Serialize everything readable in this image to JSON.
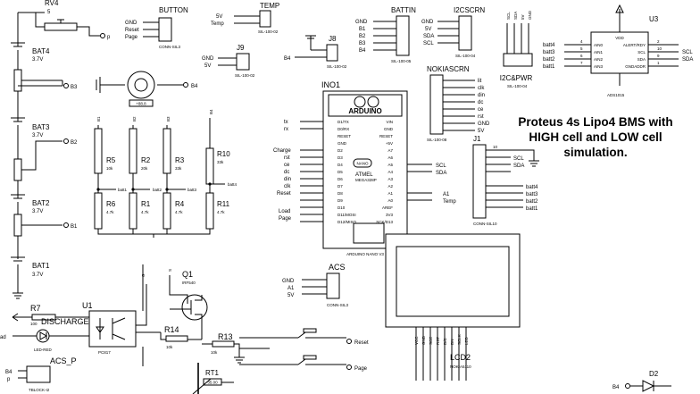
{
  "title_lines": [
    "Proteus 4s Lipo4 BMS with",
    "HIGH cell and LOW cell",
    "simulation."
  ],
  "batteries": [
    {
      "name": "BAT4",
      "value": "3.7V",
      "node": "B3"
    },
    {
      "name": "BAT3",
      "value": "3.7V",
      "node": "B2"
    },
    {
      "name": "BAT2",
      "value": "3.7V",
      "node": "B1"
    },
    {
      "name": "BAT1",
      "value": "3.7V",
      "node": ""
    }
  ],
  "rv4": {
    "name": "RV4",
    "value": "5",
    "out": "p"
  },
  "button": {
    "name": "BUTTON",
    "pins": [
      "GND",
      "Reset",
      "Page"
    ],
    "type": "CONN-SIL3"
  },
  "temp": {
    "name": "TEMP",
    "pins": [
      "5V",
      "Temp"
    ],
    "type": "SIL-100-02"
  },
  "battin": {
    "name": "BATTIN",
    "pins": [
      "GND",
      "B1",
      "B2",
      "B3",
      "B4"
    ],
    "type": "SIL-100-05"
  },
  "i2cscrn": {
    "name": "I2CSCRN",
    "pins": [
      "GND",
      "5V",
      "SDA",
      "SCL"
    ],
    "type": "SIL-100-04"
  },
  "j9": {
    "name": "J9",
    "pins": [
      "GND",
      "5V"
    ],
    "type": "SIL-100-02"
  },
  "j8": {
    "name": "J8",
    "pin": "B4",
    "type": "SIL-100-02"
  },
  "meter": {
    "value": "+88.8",
    "node": "B4"
  },
  "i2cpwr": {
    "name": "I2C&PWR",
    "pins": [
      "SCL",
      "SDA",
      "5V",
      "GND"
    ],
    "type": "SIL-100-04"
  },
  "u3": {
    "name": "U3",
    "part": "ADS1015",
    "vdd": "VDD",
    "left": [
      "AIN0",
      "AIN1",
      "AIN2",
      "AIN3"
    ],
    "right": [
      "ALERT/RDY",
      "SCL",
      "SDA",
      "GNDADDR"
    ],
    "nets_left": [
      "batt4",
      "batt3",
      "batt2",
      "batt1"
    ],
    "nets_right": [
      "SCL",
      "SDA"
    ],
    "pins_left": [
      "4",
      "5",
      "6",
      "7"
    ],
    "pins_right": [
      "2",
      "10",
      "9",
      "1"
    ]
  },
  "ino": {
    "name": "INO1",
    "board": "ARDUINO",
    "sub": "NANO",
    "chip": "ATMEL",
    "chip_sub": "MEGA328P",
    "type": "ARDUINO NANO V3",
    "left": [
      "D1/TX",
      "D0/RX",
      "RESET",
      "GND",
      "D2",
      "D3",
      "D4",
      "D5",
      "D6",
      "D7",
      "D8",
      "D9",
      "D10",
      "D11/MOSI",
      "D12/MISO"
    ],
    "right": [
      "VIN",
      "GND",
      "RESET",
      "+5V",
      "A7",
      "A6",
      "A5",
      "A4",
      "A3",
      "A2",
      "A1",
      "A0",
      "AREF",
      "3V3",
      "SCK/D13"
    ],
    "left_nets": [
      "tx",
      "rx",
      "",
      "",
      "Charge",
      "rst",
      "ce",
      "dc",
      "din",
      "clk",
      "Reset",
      "",
      "Load",
      "Page"
    ],
    "right_nets": [
      "SCL",
      "SDA",
      "A1",
      "Temp"
    ]
  },
  "nokia": {
    "name": "NOKIASCRN",
    "pins": [
      "lit",
      "clk",
      "din",
      "dc",
      "ce",
      "rst",
      "GND",
      "5V"
    ],
    "type": "SIL-100-08"
  },
  "j1": {
    "name": "J1",
    "type": "CONN-SIL10",
    "nets": [
      "SCL",
      "SDA",
      "batt4",
      "batt3",
      "batt2",
      "batt1"
    ],
    "pin_top": "10"
  },
  "divider": {
    "labels": [
      "B1",
      "B2",
      "B3",
      "B4"
    ],
    "top": [
      {
        "name": "R5",
        "value": "10k"
      },
      {
        "name": "R2",
        "value": "20k"
      },
      {
        "name": "R3",
        "value": "33k"
      },
      {
        "name": "R10",
        "value": "33k"
      }
    ],
    "bottom": [
      {
        "name": "R6",
        "value": "4.7k"
      },
      {
        "name": "R1",
        "value": "4.7k"
      },
      {
        "name": "R4",
        "value": "4.7k"
      },
      {
        "name": "R11",
        "value": "4.7k"
      }
    ],
    "nets": [
      "batt1",
      "batt2",
      "batt3",
      "batt4"
    ]
  },
  "u1": {
    "name": "U1",
    "part": "PC817"
  },
  "r7": {
    "name": "R7",
    "value": "100"
  },
  "discharge": "DISCHARGE",
  "led": {
    "name": "LED-RED",
    "net": "ad"
  },
  "q1": {
    "name": "Q1",
    "part": "IRF540",
    "gate": "G",
    "src": "S"
  },
  "r14": {
    "name": "R14",
    "value": "10k"
  },
  "r13": {
    "name": "R13",
    "value": "10k"
  },
  "acs": {
    "name": "ACS",
    "pins": [
      "GND",
      "A1",
      "5V"
    ],
    "type": "CONN-SIL3"
  },
  "acs_p": {
    "name": "ACS_P",
    "type": "TBLOCK-I2",
    "pins": [
      "B4",
      "p"
    ]
  },
  "rt1": {
    "name": "RT1",
    "value": "35.00"
  },
  "switches": {
    "reset": "Reset",
    "page": "Page"
  },
  "lcd": {
    "name": "LCD2",
    "part": "NOKIA5110",
    "pins": [
      "VCC",
      "GND",
      "SCE",
      "RST",
      "D/C",
      "DN",
      "SCLK",
      "LED"
    ]
  },
  "d2": {
    "name": "D2",
    "net": "B4"
  }
}
